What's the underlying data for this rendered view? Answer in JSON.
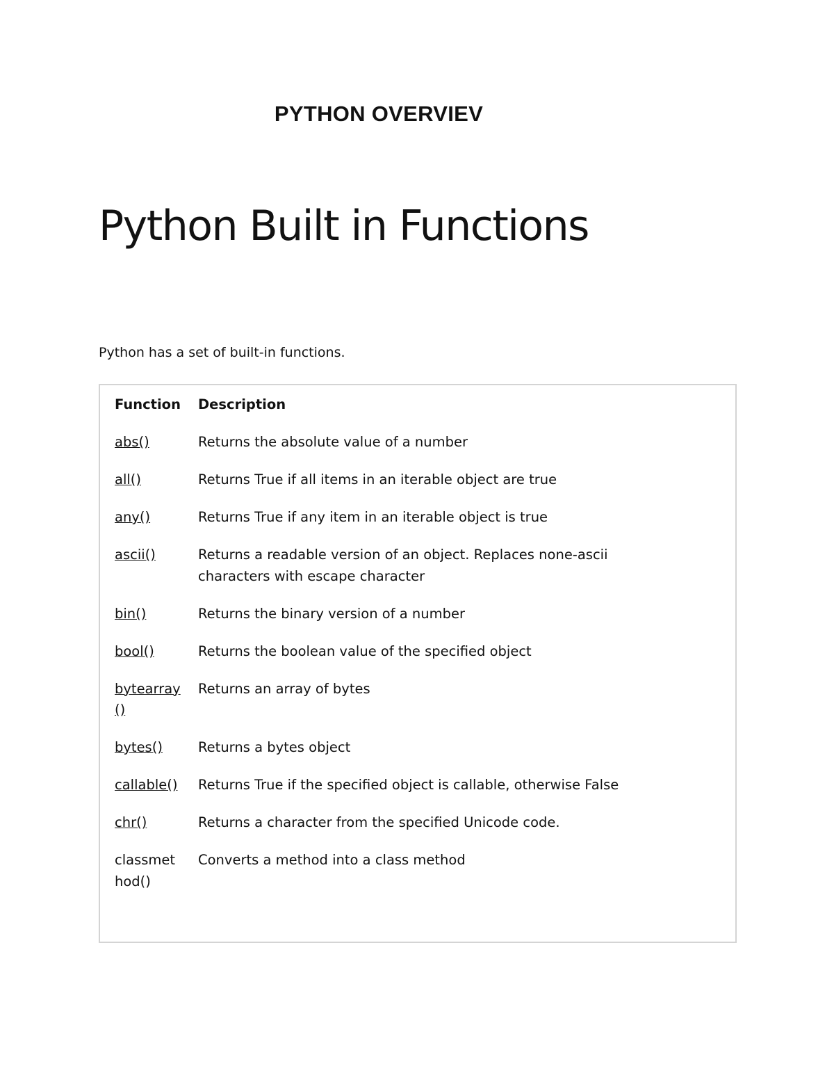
{
  "doc_title": "PYTHON OVERVIEV",
  "heading": "Python Built in Functions",
  "intro": "Python has a set of built-in functions.",
  "table": {
    "headers": {
      "function": "Function",
      "description": "Description"
    },
    "rows": [
      {
        "function": "abs()",
        "description": "Returns the absolute value of a number",
        "link": true
      },
      {
        "function": "all()",
        "description": "Returns True if all items in an iterable object are true",
        "link": true
      },
      {
        "function": "any()",
        "description": "Returns True if any item in an iterable object is true",
        "link": true
      },
      {
        "function": "ascii()",
        "description": "Returns a readable version of an object. Replaces none-ascii characters with escape character",
        "link": true
      },
      {
        "function": "bin()",
        "description": "Returns the binary version of a number",
        "link": true
      },
      {
        "function": "bool()",
        "description": "Returns the boolean value of the specified object",
        "link": true
      },
      {
        "function": "bytearray()",
        "description": "Returns an array of bytes",
        "link": true
      },
      {
        "function": "bytes()",
        "description": "Returns a bytes object",
        "link": true
      },
      {
        "function": "callable()",
        "description": "Returns True if the specified object is callable, otherwise False",
        "link": true
      },
      {
        "function": "chr()",
        "description": "Returns a character from the specified Unicode code.",
        "link": true
      },
      {
        "function": "classmethod()",
        "description": "Converts a method into a class method",
        "link": false
      }
    ]
  }
}
